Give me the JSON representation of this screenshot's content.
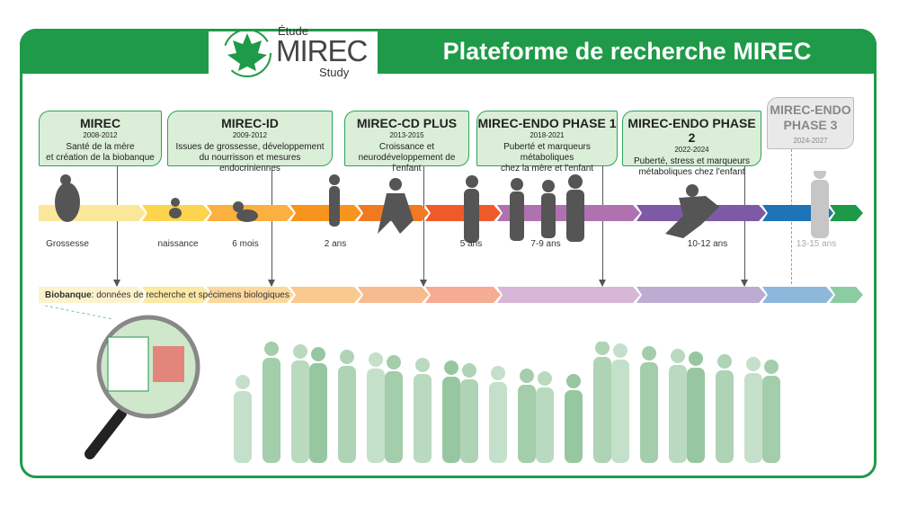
{
  "logo": {
    "line1": "Étude",
    "line2": "MIREC",
    "line3": "Study"
  },
  "title": "Plateforme de recherche MIREC",
  "studies": [
    {
      "name": "MIREC",
      "years": "2008-2012",
      "desc1": "Santé de la mère",
      "desc2": "et création de la biobanque"
    },
    {
      "name": "MIREC-ID",
      "years": "2009-2012",
      "desc1": "Issues de grossesse, développement",
      "desc2": "du nourrisson et mesures endocriniennes"
    },
    {
      "name": "MIREC-CD PLUS",
      "years": "2013-2015",
      "desc1": "Croissance et",
      "desc2": "neurodéveloppement de l'enfant"
    },
    {
      "name": "MIREC-ENDO PHASE 1",
      "years": "2018-2021",
      "desc1": "Puberté et marqueurs métaboliques",
      "desc2": "chez la mère et l'enfant"
    },
    {
      "name": "MIREC-ENDO PHASE 2",
      "years": "2022-2024",
      "desc1": "Puberté, stress et marqueurs",
      "desc2": "métaboliques chez l'enfant"
    },
    {
      "name1": "MIREC-ENDO",
      "name2": "PHASE 3",
      "years": "2024-2027"
    }
  ],
  "ages": [
    "Grossesse",
    "naissance",
    "6 mois",
    "2 ans",
    "5 ans",
    "7-9 ans",
    "10-12 ans",
    "13-15 ans"
  ],
  "timeline_colors": [
    "#fbe79a",
    "#fdd44e",
    "#fbb040",
    "#f7941d",
    "#f07a22",
    "#ef5a2b",
    "#b071b0",
    "#7e5aa6",
    "#1f74b8",
    "#1c9a48"
  ],
  "biobank": {
    "label": "Biobanque",
    "text": ": données de recherche et spécimens biologiques"
  }
}
